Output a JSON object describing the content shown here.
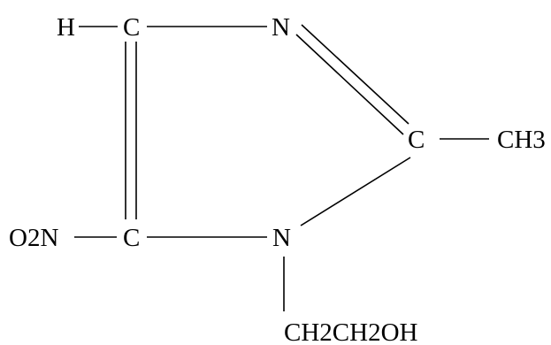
{
  "molecule": {
    "atoms": {
      "h_top": "H",
      "c_top_left": "C",
      "n_top": "N",
      "c_right": "C",
      "methyl": "CH3",
      "nitro": "O2N",
      "c_bottom_left": "C",
      "n_bottom": "N",
      "side_chain": "CH2CH2OH"
    },
    "bonds": [
      {
        "from": "h_top",
        "to": "c_top_left",
        "order": 1
      },
      {
        "from": "c_top_left",
        "to": "n_top",
        "order": 1
      },
      {
        "from": "n_top",
        "to": "c_right",
        "order": 2
      },
      {
        "from": "c_right",
        "to": "methyl",
        "order": 1
      },
      {
        "from": "c_top_left",
        "to": "c_bottom_left",
        "order": 2
      },
      {
        "from": "nitro",
        "to": "c_bottom_left",
        "order": 1
      },
      {
        "from": "c_bottom_left",
        "to": "n_bottom",
        "order": 1
      },
      {
        "from": "n_bottom",
        "to": "c_right",
        "order": 1
      },
      {
        "from": "n_bottom",
        "to": "side_chain",
        "order": 1
      }
    ]
  }
}
